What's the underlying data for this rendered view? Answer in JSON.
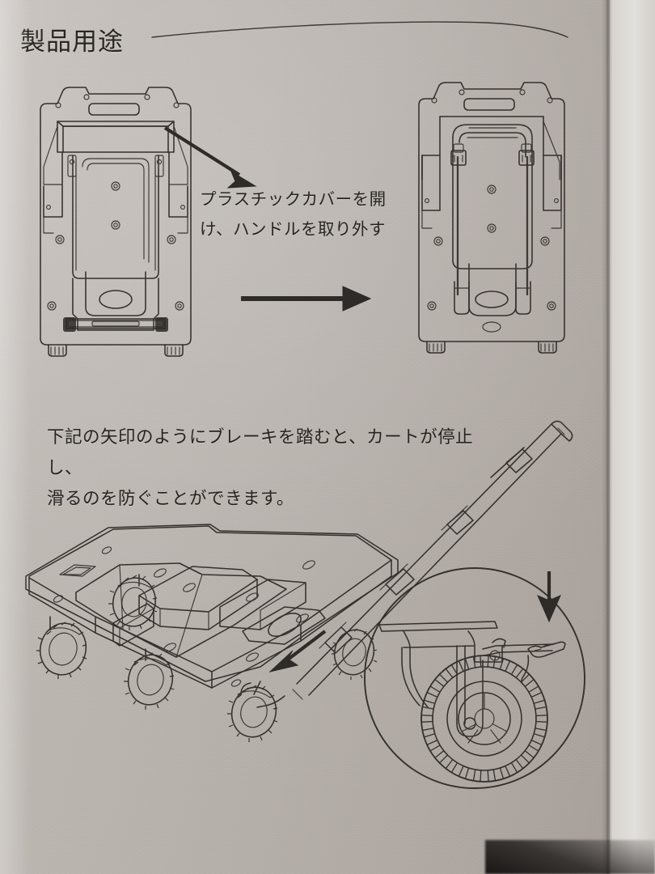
{
  "page": {
    "title": "製品用途",
    "paper_color": "#b5afab",
    "ink_color": "#332f2c"
  },
  "header": {
    "title": "製品用途",
    "rule": "curved-underline"
  },
  "callouts": [
    {
      "id": "plastic-cover-handle",
      "text": "プラスチックカバーを開\nけ、ハンドルを取り外す",
      "lines": [
        "プラスチックカバーを開",
        "け、ハンドルを取り外す"
      ]
    },
    {
      "id": "brake-instruction",
      "text": "下記の矢印のようにブレーキを踏むと、カートが停止し、\n滑るのを防ぐことができます。",
      "lines": [
        "下記の矢印のようにブレーキを踏むと、カートが停止し、",
        "滑るのを防ぐことができます。"
      ]
    }
  ],
  "figures": [
    {
      "id": "cart-folded-cover-closed",
      "label": "折りたたみカート 上面図（カバー閉）",
      "position": "top-left"
    },
    {
      "id": "cart-folded-handle-installed",
      "label": "折りたたみカート 上面図（ハンドル装着）",
      "position": "top-right"
    },
    {
      "id": "cart-assembled-perspective",
      "label": "組み立て済みカート 斜視図",
      "position": "bottom-left"
    },
    {
      "id": "caster-brake-detail",
      "label": "キャスターブレーキ 拡大図",
      "position": "bottom-right"
    }
  ],
  "arrows": [
    {
      "id": "arrow-to-cover",
      "direction": "down-right",
      "meaning": "プラスチックカバーを指す"
    },
    {
      "id": "arrow-step-transition",
      "direction": "right",
      "meaning": "次の手順へ"
    },
    {
      "id": "arrow-brake-press",
      "direction": "down-left",
      "meaning": "ブレーキを踏む方向"
    },
    {
      "id": "arrow-brake-detail",
      "direction": "down",
      "meaning": "ブレーキレバーを押し下げる"
    }
  ],
  "icons": {
    "arrow_right": "arrow-right-icon",
    "arrow_down": "arrow-down-icon",
    "arrow_diagonal": "arrow-diagonal-icon"
  }
}
